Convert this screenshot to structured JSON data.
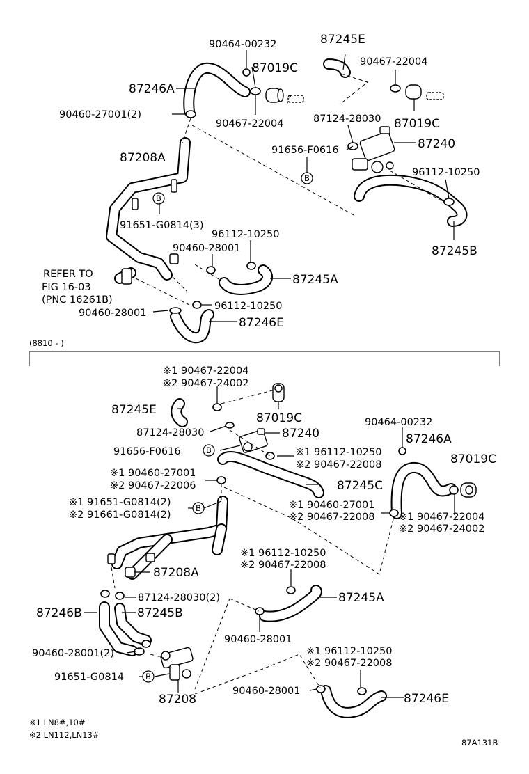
{
  "range_label": "(8810 -        )",
  "drawing_code": "87A131B",
  "notes": {
    "note1": "※1 LN8#,10#",
    "note2": "※2 LN112,LN13#"
  },
  "refer": {
    "line1": "REFER TO",
    "line2": "FIG 16-03",
    "line3": "(PNC 16261B)"
  },
  "top": {
    "p_87245E": "87245E",
    "p_90464_00232": "90464-00232",
    "p_87019C_a": "87019C",
    "p_90467_22004_a": "90467-22004",
    "p_87246A": "87246A",
    "p_90460_27001": "90460-27001(2)",
    "p_90467_22004_b": "90467-22004",
    "p_87124_28030": "87124-28030",
    "p_87019C_b": "87019C",
    "p_87240": "87240",
    "p_91656": "91656-F0616",
    "p_96112_a": "96112-10250",
    "p_87208A": "87208A",
    "p_91651": "91651-G0814(3)",
    "p_96112_b": "96112-10250",
    "p_90460_28001_a": "90460-28001",
    "p_87245A": "87245A",
    "p_87245B": "87245B",
    "p_96112_c": "96112-10250",
    "p_90460_28001_b": "90460-28001",
    "p_87246E": "87246E"
  },
  "bottom": {
    "p1_90467_22004": "※1 90467-22004",
    "p2_90467_24002": "※2 90467-24002",
    "p_87245E": "87245E",
    "p_87019C_a": "87019C",
    "p_87124_28030": "87124-28030",
    "p_87240": "87240",
    "p_91656": "91656-F0616",
    "p_90464_00232": "90464-00232",
    "p_87246A": "87246A",
    "p_87019C_b": "87019C",
    "p1_96112_a": "※1 96112-10250",
    "p2_90467_22008_a": "※2 90467-22008",
    "p1_90460_27001": "※1 90460-27001",
    "p2_90467_22006": "※2 90467-22006",
    "p_87245C": "87245C",
    "p1_91651": "※1 91651-G0814(2)",
    "p2_91661": "※2 91661-G0814(2)",
    "p1_90460_27001_r": "※1 90460-27001",
    "p2_90467_22008_r": "※2 90467-22008",
    "p1_90467_22004_r": "※1 90467-22004",
    "p2_90467_24002_r": "※2 90467-24002",
    "p1_96112_b": "※1 96112-10250",
    "p2_90467_22008_b": "※2 90467-22008",
    "p_87208A": "87208A",
    "p_87245A": "87245A",
    "p_87124_28030_2": "87124-28030(2)",
    "p_87246B": "87246B",
    "p_87245B": "87245B",
    "p_90460_28001": "90460-28001",
    "p_90460_28001_2": "90460-28001(2)",
    "p1_96112_c": "※1 96112-10250",
    "p2_90467_22008_c": "※2 90467-22008",
    "p_91651_G0814": "91651-G0814",
    "p_87208": "87208",
    "p_90460_28001_b": "90460-28001",
    "p_87246E": "87246E"
  },
  "callout_letter": "B"
}
